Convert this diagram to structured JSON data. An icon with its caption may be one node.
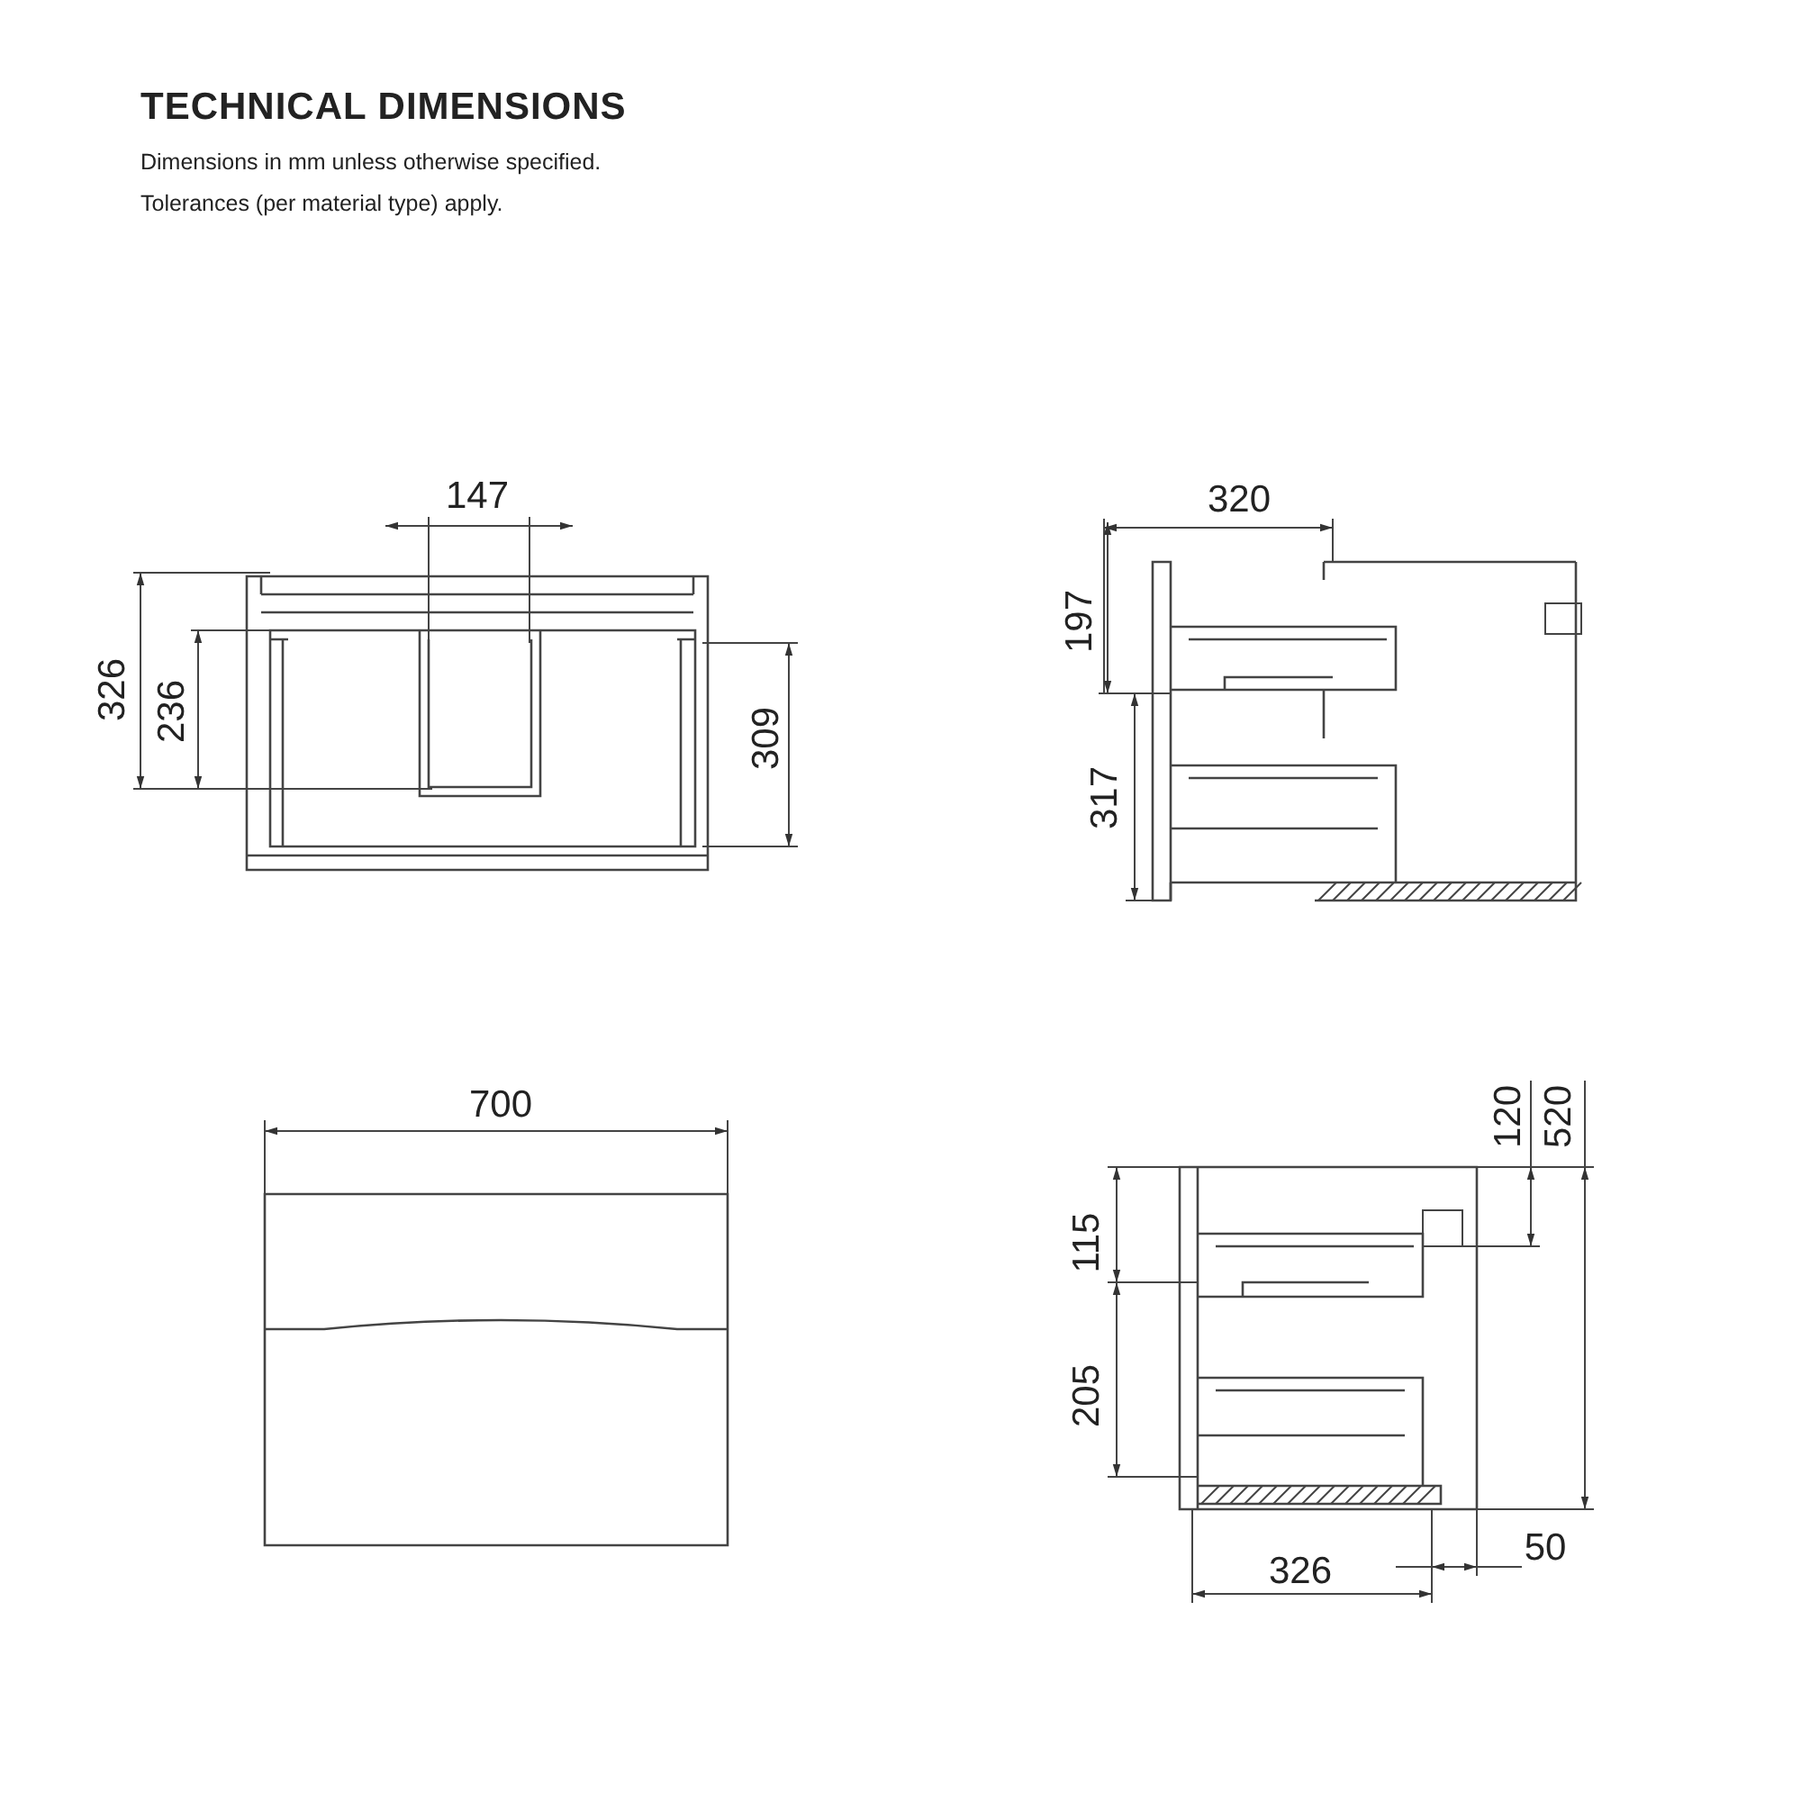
{
  "diagram": {
    "title": "TECHNICAL DIMENSIONS",
    "labels": [
      "Dimensions in mm unless otherwise specified.",
      "Tolerances (per material type) apply.",
      "147",
      "326",
      "236",
      "309",
      "320",
      "197",
      "317",
      "700",
      "120",
      "520",
      "115",
      "205",
      "326",
      "50"
    ]
  }
}
